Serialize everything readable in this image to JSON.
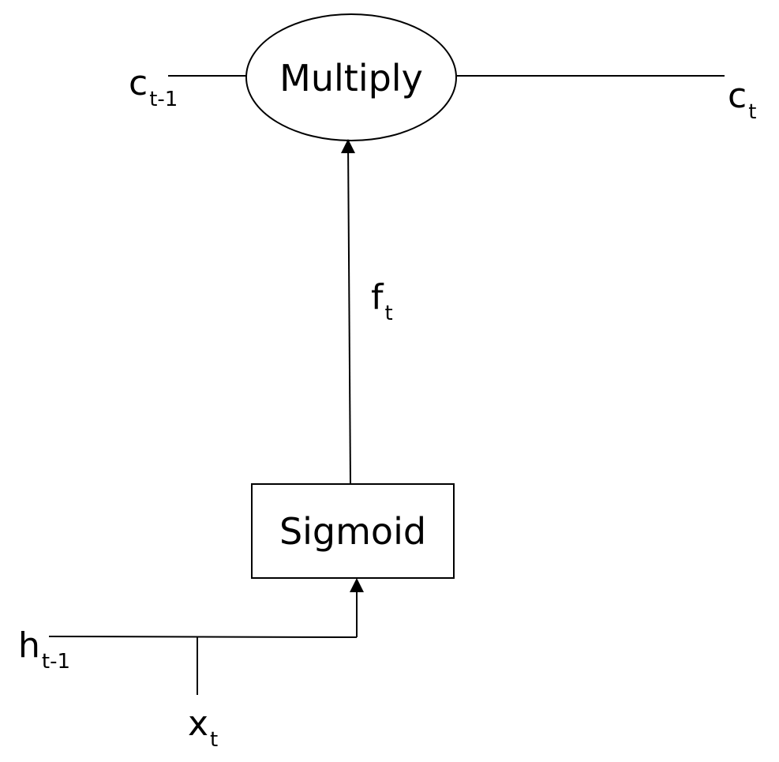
{
  "nodes": {
    "multiply": {
      "label": "Multiply"
    },
    "sigmoid": {
      "label": "Sigmoid"
    }
  },
  "inputs": {
    "c_prev": {
      "base": "c",
      "sub": "t-1"
    },
    "h_prev": {
      "base": "h",
      "sub": "t-1"
    },
    "x": {
      "base": "x",
      "sub": "t"
    }
  },
  "outputs": {
    "c": {
      "base": "c",
      "sub": "t"
    }
  },
  "edges": {
    "forget_gate": {
      "base": "f",
      "sub": "t"
    }
  },
  "colors": {
    "stroke": "#000000",
    "text": "#000000",
    "background": "#ffffff"
  }
}
